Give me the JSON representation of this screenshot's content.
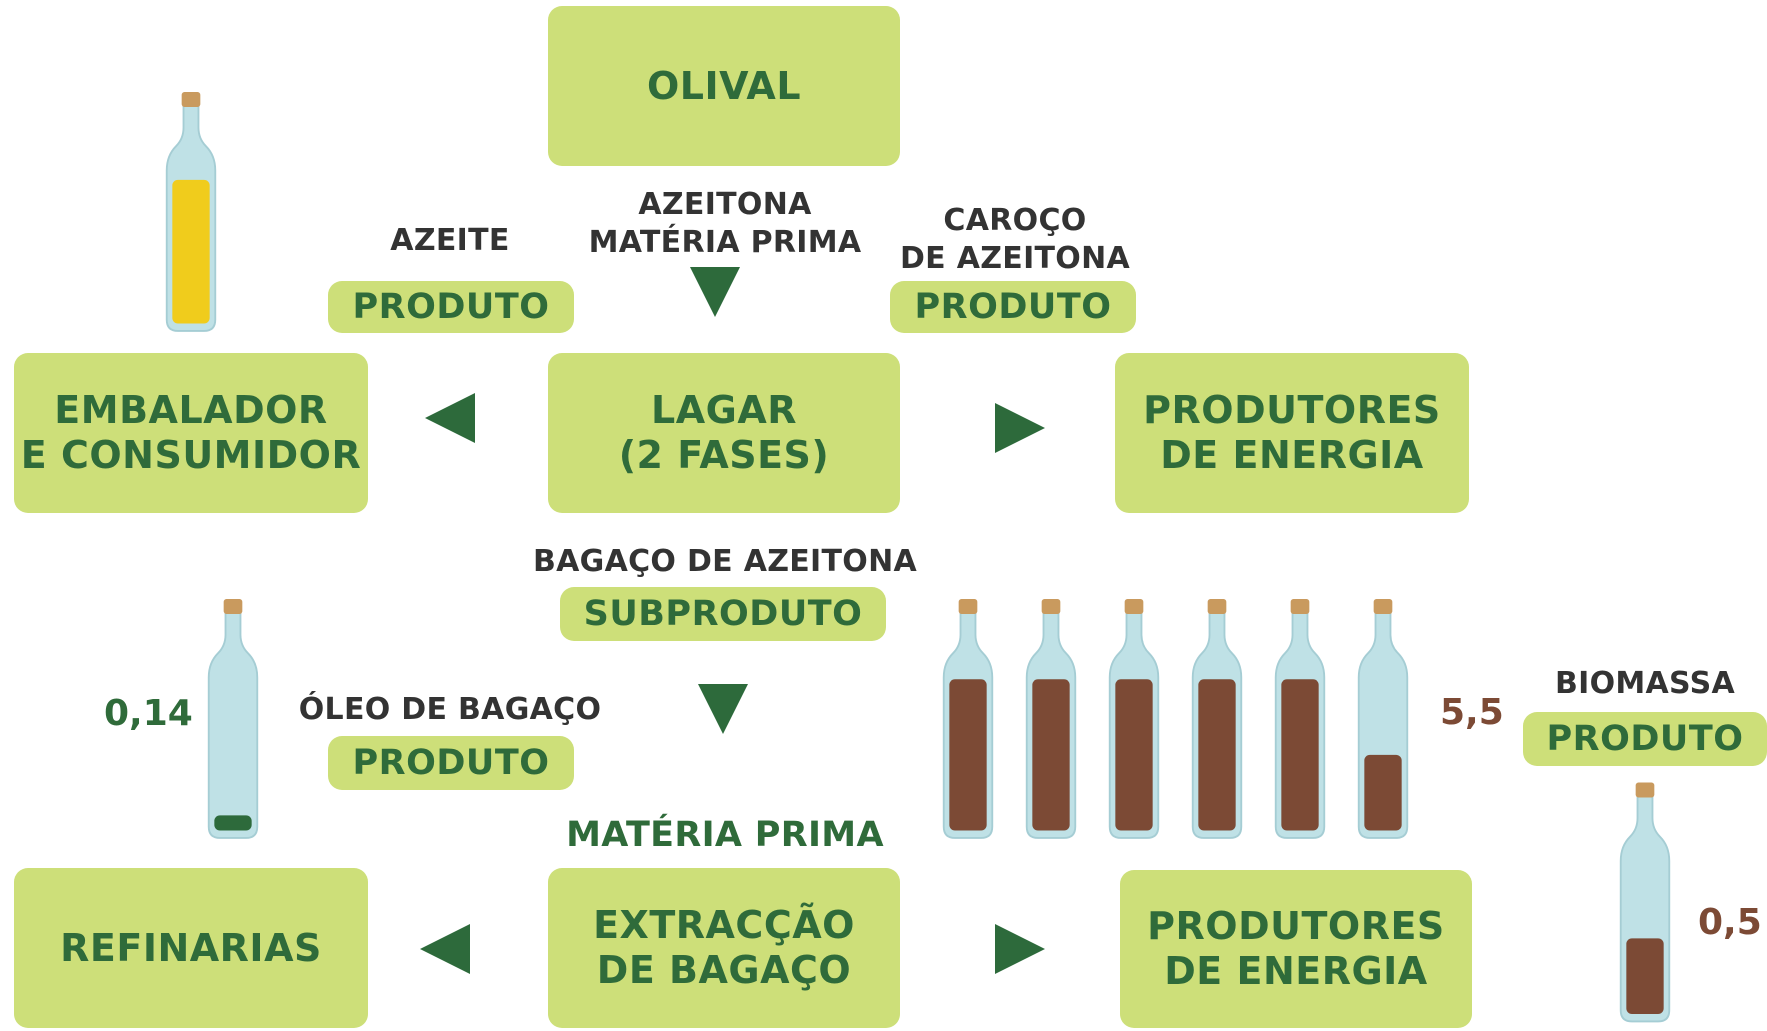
{
  "colors": {
    "box_fill": "#cddf79",
    "text_green": "#2f6b3a",
    "arrow_green": "#2d6a3b",
    "text_dark": "#333333",
    "brown": "#7c4a35",
    "oil_yellow": "#f0cc1c",
    "glass": "#bfe1e6",
    "cork": "#c99a5e"
  },
  "nodes": {
    "olival": "OLIVAL",
    "lagar": "LAGAR\n(2 FASES)",
    "embalador": "EMBALADOR\nE CONSUMIDOR",
    "produtores_energia_top": "PRODUTORES\nDE ENERGIA",
    "refinarias": "REFINARIAS",
    "extraccao": "EXTRACÇÃO\nDE BAGAÇO",
    "produtores_energia_bottom": "PRODUTORES\nDE ENERGIA"
  },
  "labels": {
    "azeitona": "AZEITONA\nMATÉRIA PRIMA",
    "azeite": "AZEITE",
    "caroco": "CAROÇO\nDE AZEITONA",
    "bagaco": "BAGAÇO DE AZEITONA",
    "oleo_bagaco": "ÓLEO DE BAGAÇO",
    "materia_prima": "MATÉRIA PRIMA",
    "biomassa": "BIOMASSA"
  },
  "tags": {
    "azeite_produto": "PRODUTO",
    "caroco_produto": "PRODUTO",
    "bagaco_subproduto": "SUBPRODUTO",
    "oleo_produto": "PRODUTO",
    "biomassa_produto": "PRODUTO"
  },
  "values": {
    "oleo": "0,14",
    "bagaco_energia": "5,5",
    "biomassa": "0,5"
  },
  "bottles": {
    "azeite": {
      "icon": "olive-oil-bottle-icon",
      "fill_level": 0.95
    },
    "oleo": {
      "icon": "oil-bottle-icon",
      "fill_level": 0.1
    },
    "energy_row": {
      "icon": "brown-bottle-icon",
      "fill_levels": [
        1,
        1,
        1,
        1,
        1,
        0.5
      ]
    },
    "biomassa": {
      "icon": "biomass-bottle-icon",
      "fill_level": 0.5
    }
  },
  "arrows": {
    "olival_to_lagar": "down-arrow-icon",
    "lagar_to_embalador": "left-arrow-icon",
    "lagar_to_energia": "right-arrow-icon",
    "lagar_to_extraccao": "down-arrow-icon",
    "extraccao_to_refinarias": "left-arrow-icon",
    "extraccao_to_energia": "right-arrow-icon"
  }
}
